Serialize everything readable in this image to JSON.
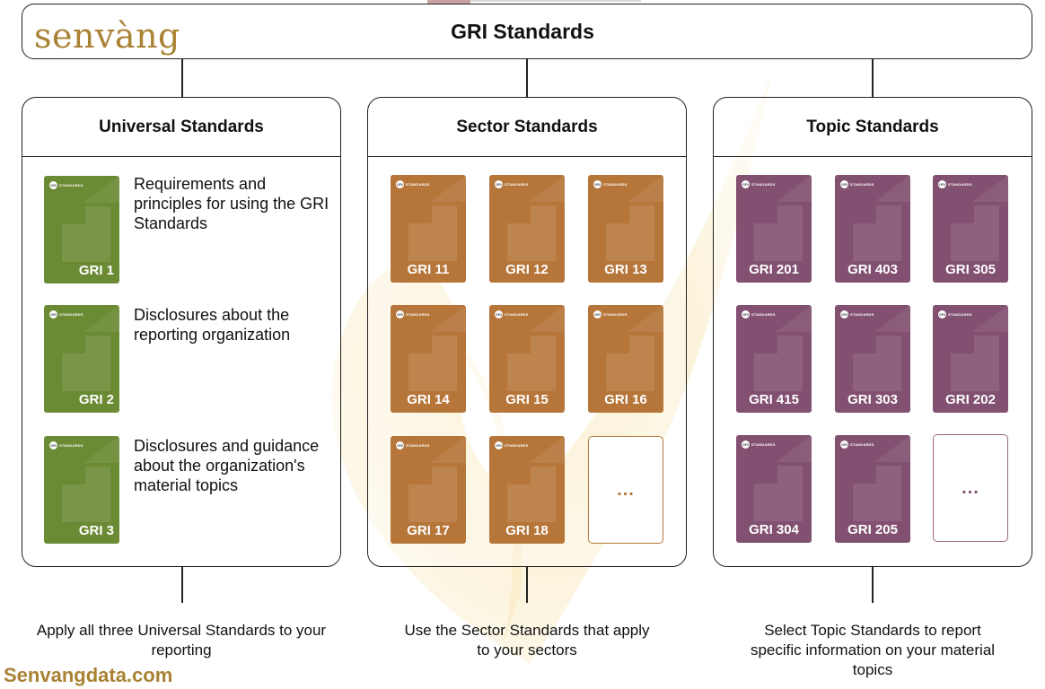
{
  "header": {
    "title": "GRI Standards",
    "logo_text": "senvàng"
  },
  "columns": {
    "universal": {
      "title": "Universal Standards",
      "footer": "Apply all three Universal Standards to your reporting",
      "items": [
        {
          "code": "GRI 1",
          "description": "Requirements and principles for using the GRI Standards"
        },
        {
          "code": "GRI 2",
          "description": "Disclosures about the reporting organization"
        },
        {
          "code": "GRI 3",
          "description": "Disclosures and guidance about the organization's material topics"
        }
      ]
    },
    "sector": {
      "title": "Sector Standards",
      "footer": "Use the Sector Standards that apply to your sectors",
      "cards": [
        "GRI 11",
        "GRI 12",
        "GRI 13",
        "GRI 14",
        "GRI 15",
        "GRI 16",
        "GRI 17",
        "GRI 18"
      ],
      "more": "..."
    },
    "topic": {
      "title": "Topic Standards",
      "footer": "Select Topic Standards to report specific information on your material topics",
      "cards": [
        "GRI 201",
        "GRI 403",
        "GRI 305",
        "GRI 415",
        "GRI 303",
        "GRI 202",
        "GRI 304",
        "GRI 205"
      ],
      "more": "..."
    }
  },
  "card_brand": {
    "badge": "GRI",
    "label": "STANDARDS"
  },
  "colors": {
    "universal": "#6b8a34",
    "sector": "#b6763a",
    "topic": "#825070",
    "brand_gold": "#a98234"
  },
  "site": "Senvangdata.com"
}
